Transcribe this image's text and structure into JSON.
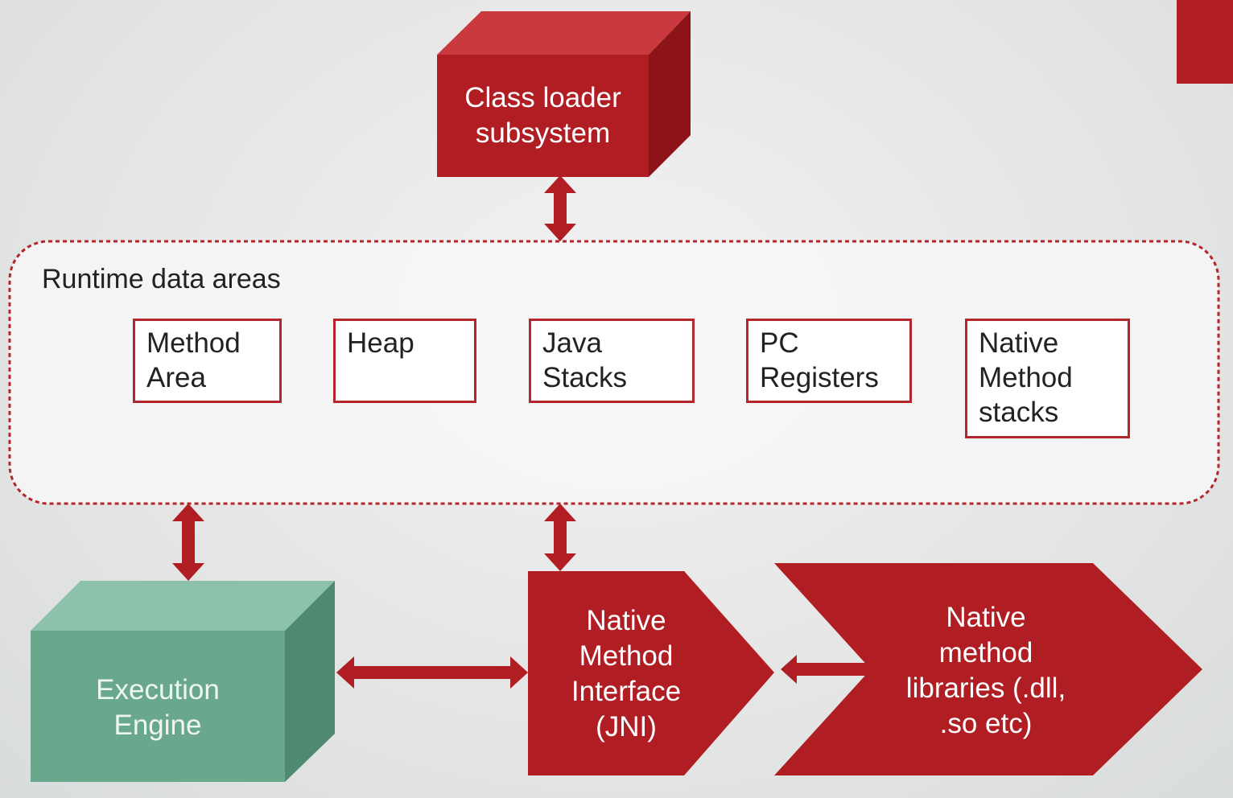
{
  "colors": {
    "red": "#b01e24",
    "red_dark": "#8c1419",
    "red_light": "#c9393d",
    "green": "#6aa88d",
    "green_dark": "#4f8a70",
    "green_light": "#8cc2a9",
    "region_border": "#b3262b"
  },
  "class_loader": {
    "label": "Class loader\nsubsystem"
  },
  "runtime_data_areas": {
    "title": "Runtime data areas",
    "areas": [
      {
        "id": "method-area",
        "label": "Method\nArea"
      },
      {
        "id": "heap",
        "label": "Heap"
      },
      {
        "id": "java-stacks",
        "label": "Java\nStacks"
      },
      {
        "id": "pc-registers",
        "label": "PC\nRegisters"
      },
      {
        "id": "native-method-stacks",
        "label": "Native\nMethod\nstacks"
      }
    ]
  },
  "execution_engine": {
    "label": "Execution\nEngine"
  },
  "native_method_interface": {
    "label": "Native\nMethod\nInterface\n(JNI)"
  },
  "native_method_libraries": {
    "label": "Native\nmethod\nlibraries (.dll,\n.so etc)"
  }
}
